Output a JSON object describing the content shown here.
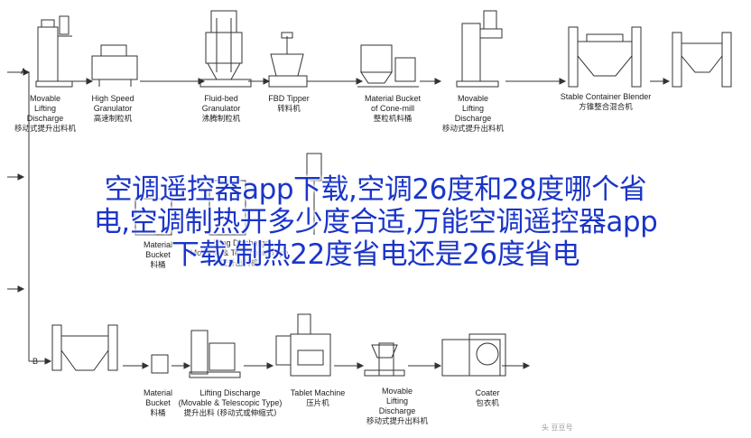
{
  "row_markers": {
    "a": "A",
    "b": "B"
  },
  "machines_top": [
    {
      "en": "Movable\nLifting\nDischarge",
      "cn": "移动式提升出料机"
    },
    {
      "en": "High Speed\nGranulator",
      "cn": "高速制粒机"
    },
    {
      "en": "Fluid-bed\nGranulator",
      "cn": "沸腾制粒机"
    },
    {
      "en": "FBD Tipper",
      "cn": "转料机"
    },
    {
      "en": "Material Bucket\nof Cone-mill",
      "cn": "整粒机料桶"
    },
    {
      "en": "Movable\nLifting\nDischarge",
      "cn": "移动式提升出料机"
    },
    {
      "en": "Stable Container Blender",
      "cn": "方锥整合混合机"
    }
  ],
  "machines_mid": [
    {
      "en": "Material\nBucket",
      "cn": "料桶"
    },
    {
      "en": "Lifting Discharge\nMovable & Telescopic Type",
      "cn": "提升出料机"
    }
  ],
  "machines_bottom": [
    {
      "en": "Material\nBucket",
      "cn": "料桶"
    },
    {
      "en": "Lifting Discharge\n(Movable & Telescopic Type)",
      "cn": "提升出料 (移动式或伸缩式)"
    },
    {
      "en": "Tablet Machine",
      "cn": "压片机"
    },
    {
      "en": "Movable\nLifting\nDischarge",
      "cn": "移动式提升出料机"
    },
    {
      "en": "Coater",
      "cn": "包衣机"
    }
  ],
  "overlay_title": {
    "line1": "空调遥控器app下载,空调26度和28度哪个省",
    "line2": "电,空调制热开多少度合适,万能空调遥控器app",
    "line3": "下载,制热22度省电还是26度省电"
  },
  "watermark": "头 豆豆号"
}
